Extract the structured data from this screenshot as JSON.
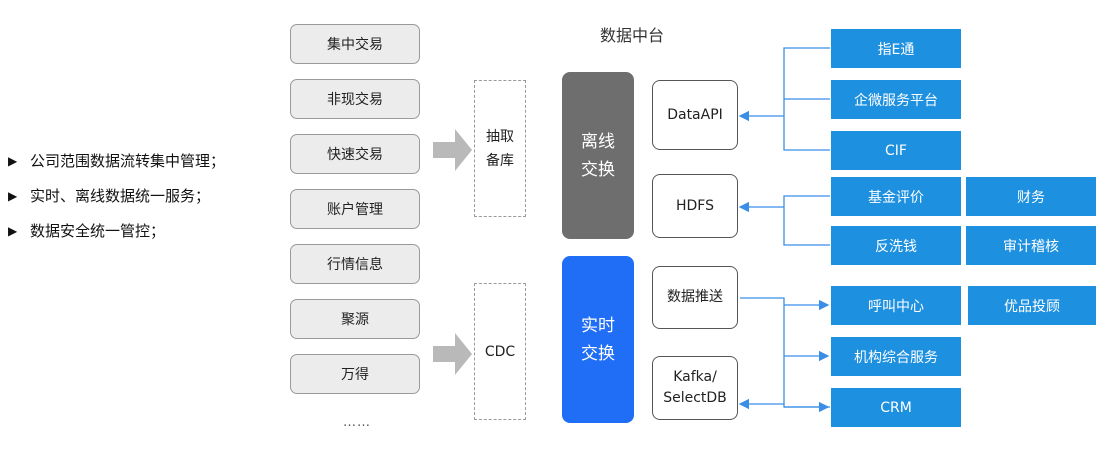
{
  "bullets": [
    "公司范围数据流转集中管理；",
    "实时、离线数据统一服务；",
    "数据安全统一管控；"
  ],
  "bullet_marker": "▶",
  "sources": [
    "集中交易",
    "非现交易",
    "快速交易",
    "账户管理",
    "行情信息",
    "聚源",
    "万得"
  ],
  "sources_more": "……",
  "ingest": {
    "offline": "抽取\n备库",
    "realtime": "CDC"
  },
  "platform_title": "数据中台",
  "modes": {
    "offline": "离线\n交换",
    "realtime": "实时\n交换"
  },
  "services": {
    "dataapi": "DataAPI",
    "hdfs": "HDFS",
    "push": "数据推送",
    "kafka": "Kafka/\nSelectDB"
  },
  "apps": {
    "zhie": "指E通",
    "qiwei": "企微服务平台",
    "cif": "CIF",
    "fund": "基金评价",
    "finance": "财务",
    "aml": "反洗钱",
    "audit": "审计稽核",
    "callcenter": "呼叫中心",
    "youpin": "优品投顾",
    "institution": "机构综合服务",
    "crm": "CRM"
  },
  "colors": {
    "app_blue": "#1e90e0",
    "offline_gray": "#6e6e6e",
    "realtime_blue": "#1f6ef5",
    "line_blue": "#3a8ee6",
    "source_fill": "#ececec"
  }
}
